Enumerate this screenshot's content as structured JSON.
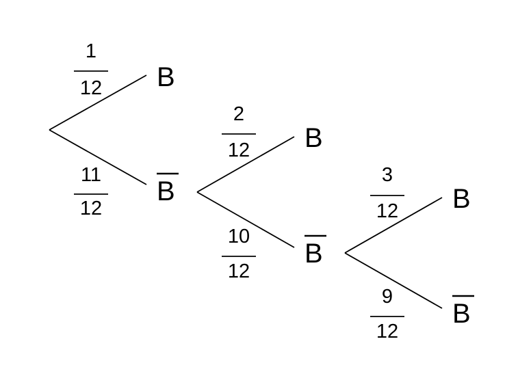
{
  "tree": {
    "stage1": {
      "upper_prob": {
        "num": "1",
        "den": "12"
      },
      "lower_prob": {
        "num": "11",
        "den": "12"
      },
      "upper_outcome": "B",
      "lower_outcome": "B"
    },
    "stage2": {
      "upper_prob": {
        "num": "2",
        "den": "12"
      },
      "lower_prob": {
        "num": "10",
        "den": "12"
      },
      "upper_outcome": "B",
      "lower_outcome": "B"
    },
    "stage3": {
      "upper_prob": {
        "num": "3",
        "den": "12"
      },
      "lower_prob": {
        "num": "9",
        "den": "12"
      },
      "upper_outcome": "B",
      "lower_outcome": "B"
    }
  }
}
